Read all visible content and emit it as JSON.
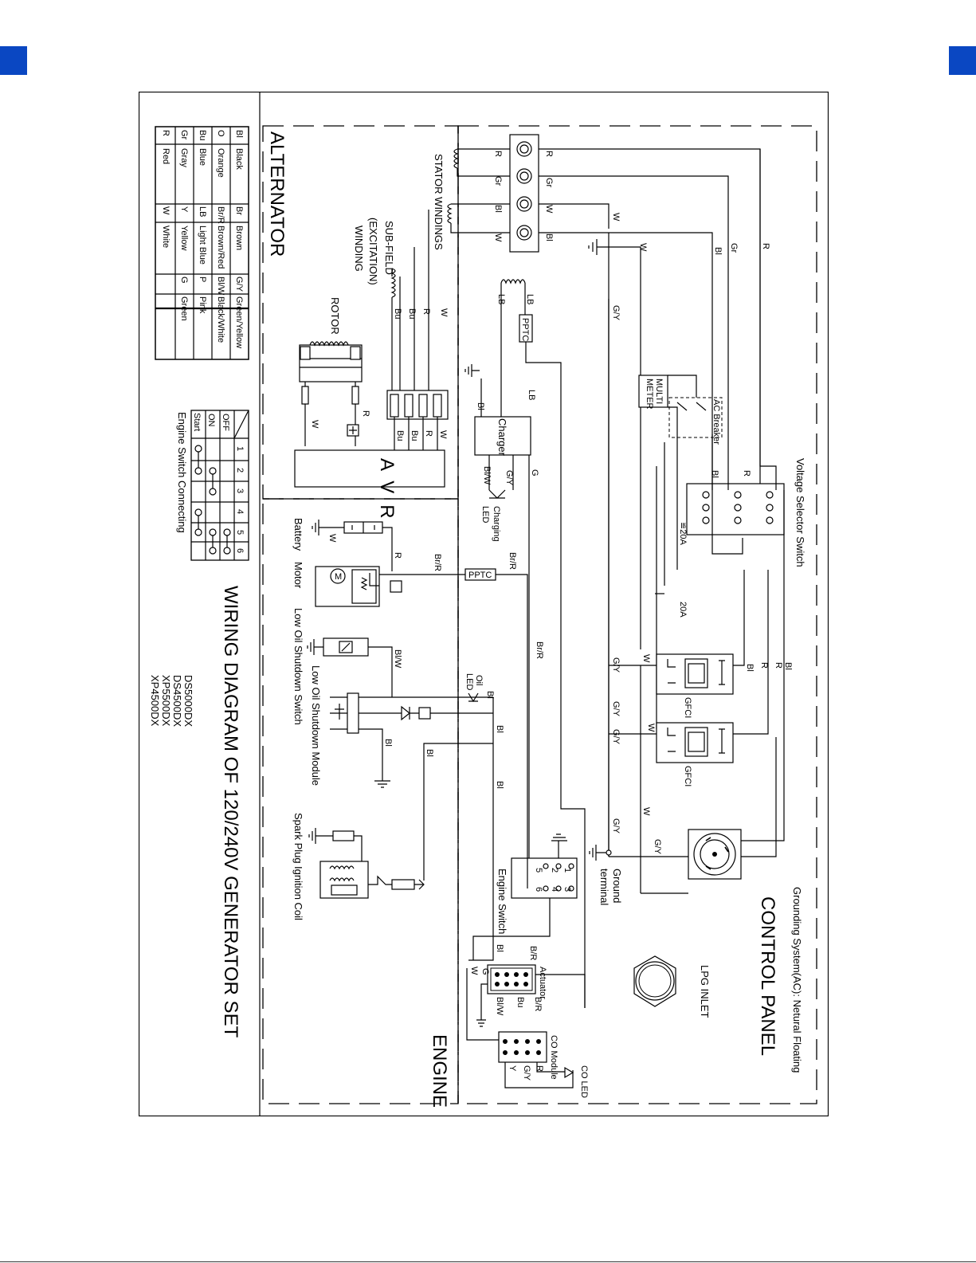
{
  "page": {
    "accent_color": "#0a47c2"
  },
  "sections": {
    "alternator": "ALTERNATOR",
    "control_panel": "CONTROL PANEL",
    "engine": "ENGINE"
  },
  "title": {
    "main": "WIRING DIAGRAM OF 120/240V GENERATOR SET",
    "models": [
      "DS5000DX",
      "DS4500DX",
      "XP5500DX",
      "XP4500DX"
    ]
  },
  "color_legend": {
    "rows": [
      [
        {
          "code": "Bl",
          "name": "Black"
        },
        {
          "code": "Br",
          "name": "Brown"
        },
        {
          "code": "G/Y",
          "name": "Green/Yellow"
        }
      ],
      [
        {
          "code": "O",
          "name": "Orange"
        },
        {
          "code": "Br/R",
          "name": "Brown/Red"
        },
        {
          "code": "Bl/W",
          "name": "Black/White"
        }
      ],
      [
        {
          "code": "Bu",
          "name": "Blue"
        },
        {
          "code": "LB",
          "name": "Light Blue"
        },
        {
          "code": "P",
          "name": "Pink"
        }
      ],
      [
        {
          "code": "Gr",
          "name": "Gray"
        },
        {
          "code": "Y",
          "name": "Yellow"
        },
        {
          "code": "G",
          "name": "Green"
        }
      ],
      [
        {
          "code": "R",
          "name": "Red"
        },
        {
          "code": "W",
          "name": "White"
        },
        {
          "code": "",
          "name": ""
        }
      ]
    ]
  },
  "engine_switch_table": {
    "caption": "Engine Switch Connecting",
    "columns": [
      "1",
      "2",
      "3",
      "4",
      "5",
      "6"
    ],
    "rows": [
      "OFF",
      "ON",
      "Start"
    ]
  },
  "components": {
    "stator": "STATOR WINDINGS",
    "subfield_1": "SUB-FIELD",
    "subfield_2": "(EXCITATION)",
    "subfield_3": "WINDING",
    "rotor": "ROTOR",
    "avr": "AVR",
    "charger": "Charger",
    "charging_led_1": "Charging",
    "charging_led_2": "LED",
    "ptc": "PPTC",
    "battery": "Battery",
    "motor": "Motor",
    "motor_symbol": "M",
    "low_oil_switch": "Low Oil Shutdown Switch",
    "low_oil_module": "Low Oil Shutdown Module",
    "oil_led_1": "Oil",
    "oil_led_2": "LED",
    "spark_plug": "Spark Plug",
    "ignition_coil": "Ignition Coil",
    "engine_switch": "Engine Switch",
    "actuator": "Actuator",
    "co_module": "CO Module",
    "co_led": "CO LED",
    "ground_terminal_1": "Ground",
    "ground_terminal_2": "terminal",
    "lpg_inlet": "LPG INLET",
    "grounding_system": "Grounding System(AC): Netural Floating",
    "voltage_selector": "Voltage Selector Switch",
    "ac_breaker": "AC Breaker",
    "multimeter_1": "MULTI",
    "multimeter_2": "METER",
    "gfci": "GFCI",
    "fuse_20a": "20A",
    "ampere": "≌20A"
  },
  "wire_labels": {
    "R": "R",
    "Gr": "Gr",
    "Bl": "Bl",
    "W": "W",
    "LB": "LB",
    "GY": "G/Y",
    "Bu": "Bu",
    "G": "G",
    "BlW": "Bl/W",
    "BrR": "Br/R",
    "BR": "B/R",
    "Y": "Y"
  }
}
